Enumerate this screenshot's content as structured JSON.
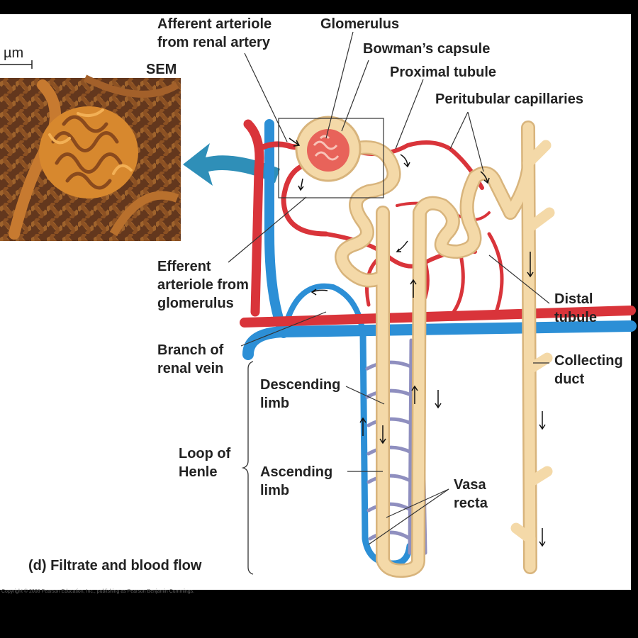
{
  "figure": {
    "caption": "(d) Filtrate and blood flow",
    "copyright": "Copyright © 2008 Pearson Education, Inc., publishing as Pearson Benjamin Cummings."
  },
  "micrograph": {
    "label": "SEM",
    "scale_unit": "µm"
  },
  "labels": {
    "afferent": [
      "Afferent arteriole",
      "from renal artery"
    ],
    "glomerulus": "Glomerulus",
    "bowmans": "Bowman’s capsule",
    "proximal": "Proximal tubule",
    "peritubular": "Peritubular capillaries",
    "efferent": [
      "Efferent",
      "arteriole from",
      "glomerulus"
    ],
    "distal": [
      "Distal",
      "tubule"
    ],
    "renal_vein": [
      "Branch of",
      "renal vein"
    ],
    "collecting": [
      "Collecting",
      "duct"
    ],
    "descending": [
      "Descending",
      "limb"
    ],
    "loop": [
      "Loop of",
      "Henle"
    ],
    "ascending": [
      "Ascending",
      "limb"
    ],
    "vasa": [
      "Vasa",
      "recta"
    ]
  },
  "colors": {
    "artery": "#d9343a",
    "vein": "#2c8fd6",
    "tubule": "#f4d9a8",
    "tubule_edge": "#d8b47c",
    "vasa": "#8f8fbf",
    "sem": "#c9782a",
    "arrow": "#2f8fb8"
  }
}
